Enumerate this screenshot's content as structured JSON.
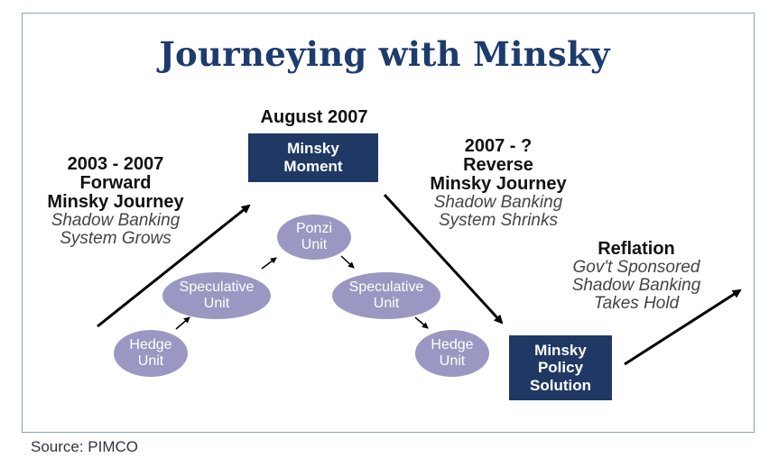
{
  "title": "Journeying with Minsky",
  "source": "Source: PIMCO",
  "top_label": "August 2007",
  "minsky_moment": [
    "Minsky",
    "Moment"
  ],
  "policy_solution": [
    "Minsky",
    "Policy",
    "Solution"
  ],
  "left_label": {
    "bold": [
      "2003 - 2007",
      "Forward",
      "Minsky Journey"
    ],
    "italic": [
      "Shadow Banking",
      "System Grows"
    ]
  },
  "middle_label": {
    "bold": [
      "2007 - ?",
      "Reverse",
      "Minsky Journey"
    ],
    "italic": [
      "Shadow Banking",
      "System Shrinks"
    ]
  },
  "right_label": {
    "bold": [
      "Reflation"
    ],
    "italic": [
      "Gov't Sponsored",
      "Shadow Banking",
      "Takes Hold"
    ]
  },
  "units": {
    "ponzi": [
      "Ponzi",
      "Unit"
    ],
    "spec_left": [
      "Speculative",
      "Unit"
    ],
    "spec_right": [
      "Speculative",
      "Unit"
    ],
    "hedge_left": [
      "Hedge",
      "Unit"
    ],
    "hedge_right": [
      "Hedge",
      "Unit"
    ]
  },
  "colors": {
    "box": "#1f3864",
    "ellipse": "#9a98c2",
    "title": "#1d3c6e"
  }
}
